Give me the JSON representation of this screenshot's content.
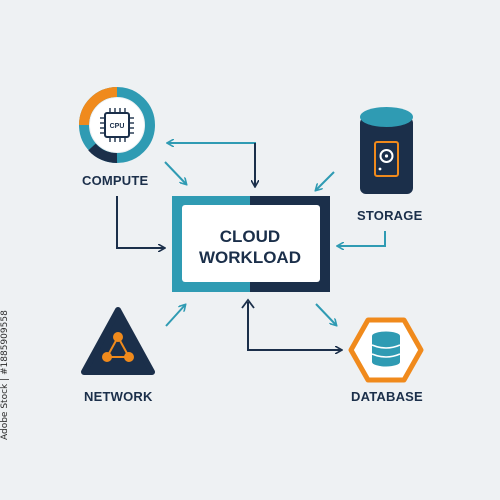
{
  "nodes": {
    "center": {
      "line1": "CLOUD",
      "line2": "WORKLOAD"
    },
    "compute": {
      "label": "COMPUTE",
      "chip_text": "CPU"
    },
    "storage": {
      "label": "STORAGE"
    },
    "network": {
      "label": "NETWORK"
    },
    "database": {
      "label": "DATABASE"
    }
  },
  "stock_id": "Adobe Stock | #1885909558",
  "colors": {
    "navy": "#1b2f4a",
    "teal": "#2f9bb3",
    "orange": "#f08a1c",
    "background": "#eef1f3"
  }
}
